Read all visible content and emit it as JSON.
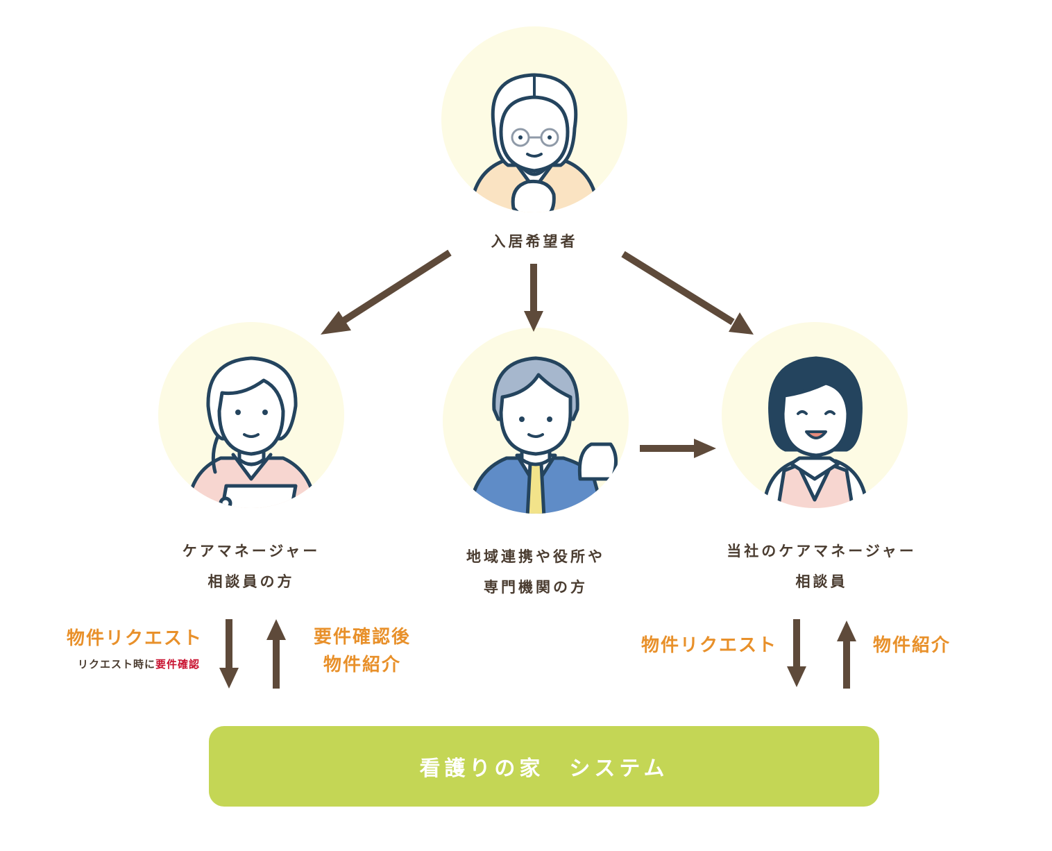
{
  "nodes": {
    "resident": {
      "label": "入居希望者"
    },
    "care_manager": {
      "line1": "ケアマネージャー",
      "line2": "相談員の方"
    },
    "regional": {
      "line1": "地域連携や役所や",
      "line2": "専門機関の方"
    },
    "our_manager": {
      "line1": "当社のケアマネージャー",
      "line2": "相談員"
    }
  },
  "left_flow": {
    "request_label": "物件リクエスト",
    "note_prefix": "リクエスト時に",
    "note_highlight": "要件確認",
    "reply_line1": "要件確認後",
    "reply_line2": "物件紹介"
  },
  "right_flow": {
    "request_label": "物件リクエスト",
    "reply_label": "物件紹介"
  },
  "system": {
    "label": "看護りの家　システム"
  },
  "colors": {
    "circle_bg": "#fdfbe4",
    "arrow": "#5e4a3a",
    "orange_text": "#e8902a",
    "red_text": "#c8102e",
    "system_bg": "#c4d655",
    "outline": "#24445e"
  }
}
